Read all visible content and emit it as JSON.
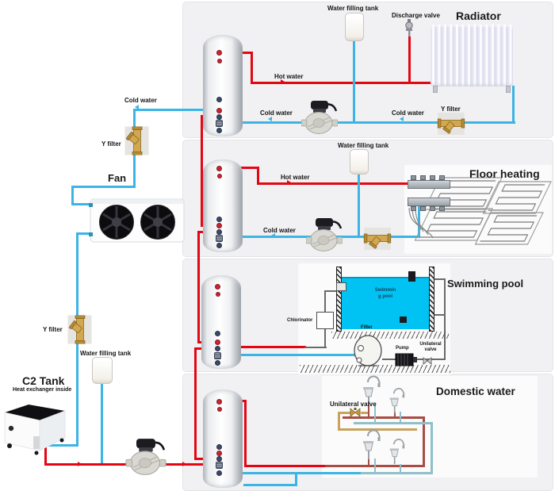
{
  "colors": {
    "hot_pipe": "#e30613",
    "cold_pipe": "#3cb4e5",
    "domestic_hot_pipe": "#a84c44",
    "domestic_cold_pipe": "#8fc0c9",
    "recirculation_pipe": "#c9a25c",
    "pool_water": "#00c3f3",
    "panel_background": "#f1f1f3",
    "brass": "#c59a3f"
  },
  "left_side": {
    "cold_water_label": "Cold water",
    "y_filter_top_label": "Y filter",
    "fan_label": "Fan",
    "y_filter_bottom_label": "Y filter",
    "water_filling_tank_label": "Water filling tank",
    "c2_tank_title": "C2 Tank",
    "c2_tank_subtitle": "Heat exchanger inside"
  },
  "radiator_panel": {
    "title": "Radiator",
    "water_filling_tank_label": "Water filling tank",
    "discharge_valve_label": "Discharge valve",
    "hot_water_label": "Hot water",
    "cold_water_label_left": "Cold water",
    "cold_water_label_right": "Cold water",
    "y_filter_label": "Y filter"
  },
  "floor_heating_panel": {
    "title": "Floor heating",
    "water_filling_tank_label": "Water filling tank",
    "hot_water_label": "Hot water",
    "cold_water_label": "Cold water"
  },
  "swimming_pool_panel": {
    "title": "Swimming pool",
    "pool_text_line1": "Swimmin",
    "pool_text_line2": "g pool",
    "chlorinator_label": "Chlorinator",
    "filter_label": "Filter",
    "pump_label": "Pump",
    "unilateral_valve_label": "Unilateral valve"
  },
  "domestic_water_panel": {
    "title": "Domestic water",
    "unilateral_valve_label": "Unilateral valve"
  }
}
